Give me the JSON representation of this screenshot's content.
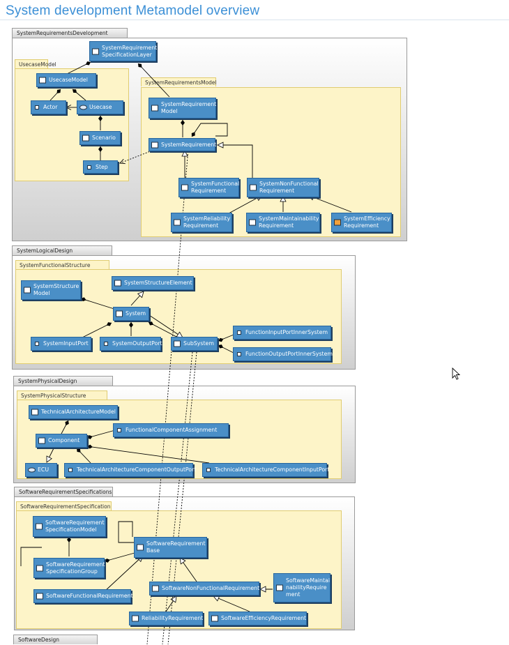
{
  "title": "System development Metamodel overview",
  "packages": {
    "srd": "SystemRequirementsDevelopment",
    "sld": "SystemLogicalDesign",
    "spd": "SystemPhysicalDesign",
    "srs": "SoftwareRequirementSpecifications",
    "sd": "SoftwareDesign"
  },
  "subpackages": {
    "usecase": "UsecaseModel",
    "reqmodel": "SystemRequirementsModel",
    "funcstruct": "SystemFunctionalStructure",
    "physstruct": "SystemPhysicalStructure",
    "swreqspec": "SoftwareRequirementSpecification"
  },
  "nodes": {
    "srsl": "SystemRequirement SpecificationLayer",
    "ucmodel": "UsecaseModel",
    "actor": "Actor",
    "usecase": "Usecase",
    "scenario": "Scenario",
    "step": "Step",
    "srmodel": "SystemRequirement Model",
    "sysreq": "SystemRequirement",
    "sfr": "SystemFunctional Requirement",
    "snfr": "SystemNonFunctional Requirement",
    "srr": "SystemReliability Requirement",
    "smr": "SystemMaintainability Requirement",
    "ser": "SystemEfficiency Requirement",
    "ssmodel": "SystemStructure Model",
    "sse": "SystemStructureElement",
    "system": "System",
    "sip": "SystemInputPort",
    "sop": "SystemOutputPort",
    "subsys": "SubSystem",
    "fipis": "FunctionInputPortInnerSystem",
    "fopis": "FunctionOutputPortInnerSystem",
    "tam": "TechnicalArchitectureModel",
    "fca": "FunctionalComponentAssignment",
    "component": "Component",
    "ecu": "ECU",
    "tacop": "TechnicalArchitectureComponentOutputPort",
    "tacip": "TechnicalArchitectureComponentInputPort",
    "swrsm": "SoftwareRequirement SpecificationModel",
    "swrb": "SoftwareRequirement Base",
    "swrsg": "SoftwareRequirement SpecificationGroup",
    "swfr": "SoftwareFunctionalRequirement",
    "swnfr": "SoftwareNonFunctionalRequirement",
    "swmr": "SoftwareMaintainabilityRequirement",
    "rr": "ReliabilityRequirement",
    "swer": "SoftwareEfficiencyRequirement"
  },
  "colors": {
    "title": "#3b8fd6",
    "node_fill": "#4a8fc7",
    "subpackage_fill": "#fdf4c8"
  },
  "icons": {
    "class": "class-icon",
    "usecase": "usecase-icon",
    "actor": "actor-icon",
    "requirement": "requirement-icon"
  }
}
